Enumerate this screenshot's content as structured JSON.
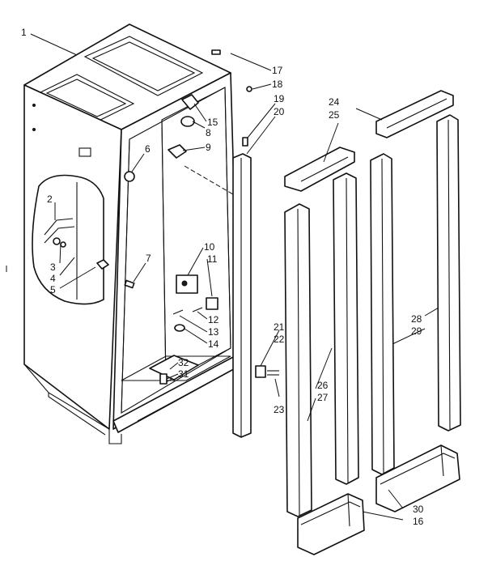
{
  "diagram": {
    "colors": {
      "line": "#111111",
      "background": "#ffffff"
    },
    "callouts": [
      {
        "id": "c1",
        "text": "1"
      },
      {
        "id": "c2",
        "text": "2"
      },
      {
        "id": "c3",
        "text": "3"
      },
      {
        "id": "c4",
        "text": "4"
      },
      {
        "id": "c5",
        "text": "5"
      },
      {
        "id": "c6",
        "text": "6"
      },
      {
        "id": "c7",
        "text": "7"
      },
      {
        "id": "c8",
        "text": "8"
      },
      {
        "id": "c9",
        "text": "9"
      },
      {
        "id": "c10",
        "text": "10"
      },
      {
        "id": "c11",
        "text": "11"
      },
      {
        "id": "c12",
        "text": "12"
      },
      {
        "id": "c13",
        "text": "13"
      },
      {
        "id": "c14",
        "text": "14"
      },
      {
        "id": "c15",
        "text": "15"
      },
      {
        "id": "c16",
        "text": "16"
      },
      {
        "id": "c17",
        "text": "17"
      },
      {
        "id": "c18",
        "text": "18"
      },
      {
        "id": "c19",
        "text": "19"
      },
      {
        "id": "c20",
        "text": "20"
      },
      {
        "id": "c21",
        "text": "21"
      },
      {
        "id": "c22",
        "text": "22"
      },
      {
        "id": "c23",
        "text": "23"
      },
      {
        "id": "c24",
        "text": "24"
      },
      {
        "id": "c25",
        "text": "25"
      },
      {
        "id": "c26",
        "text": "26"
      },
      {
        "id": "c27",
        "text": "27"
      },
      {
        "id": "c28",
        "text": "28"
      },
      {
        "id": "c29",
        "text": "29"
      },
      {
        "id": "c30",
        "text": "30"
      },
      {
        "id": "c31",
        "text": "31"
      },
      {
        "id": "c32",
        "text": "32"
      }
    ]
  }
}
